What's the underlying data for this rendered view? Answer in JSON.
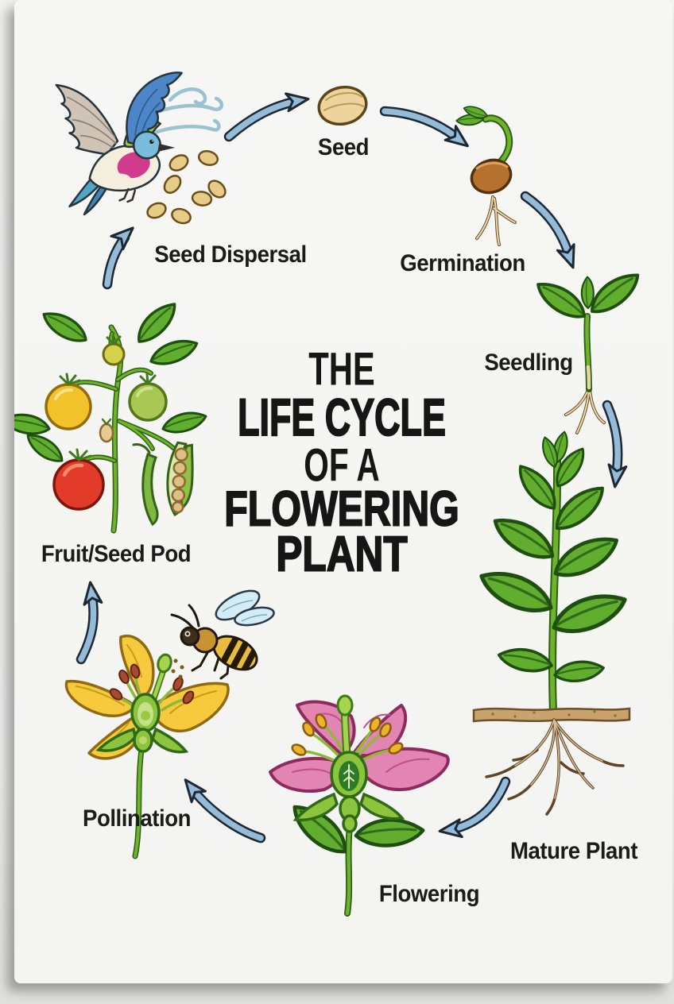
{
  "title": {
    "pre": "THE",
    "main1": "LIFE CYCLE",
    "mid": "OF A",
    "main2": "FLOWERING",
    "main3": "PLANT"
  },
  "labels": {
    "seed": "Seed",
    "germination": "Germination",
    "seedling": "Seedling",
    "mature_plant": "Mature Plant",
    "flowering": "Flowering",
    "pollination": "Pollination",
    "fruit_seed_pod": "Fruit/Seed Pod",
    "seed_dispersal": "Seed Dispersal"
  },
  "cycle": {
    "type": "life-cycle-diagram",
    "stages_in_order": [
      "Seed",
      "Germination",
      "Seedling",
      "Mature Plant",
      "Flowering",
      "Pollination",
      "Fruit/Seed Pod",
      "Seed Dispersal"
    ],
    "arrows": [
      {
        "from": "Seed Dispersal",
        "to": "Seed"
      },
      {
        "from": "Seed",
        "to": "Germination"
      },
      {
        "from": "Germination",
        "to": "Seedling"
      },
      {
        "from": "Seedling",
        "to": "Mature Plant"
      },
      {
        "from": "Mature Plant",
        "to": "Flowering"
      },
      {
        "from": "Flowering",
        "to": "Pollination"
      },
      {
        "from": "Pollination",
        "to": "Fruit/Seed Pod"
      },
      {
        "from": "Fruit/Seed Pod",
        "to": "Seed Dispersal"
      }
    ]
  },
  "illustrations": {
    "seed": "single tan almond-shaped seed",
    "germination": "brown seed sprouting a green shoot and pale roots",
    "seedling": "young plant with three leaves and small roots",
    "mature_plant": "tall leafy plant with root system below a soil line",
    "flowering": "pink flower cross-section showing pistil, ovary and stamens",
    "pollination": "honeybee visiting a yellow flower",
    "fruit_seed_pod": "tomato plant with yellow, green and red fruits plus pea pods",
    "seed_dispersal": "colorful bird scattering seeds in the wind"
  },
  "colors": {
    "poster_background": "#f5f5f2",
    "label_text": "#1b1b1b",
    "arrow_fill": "#94bbd8",
    "arrow_outline": "#1c2833",
    "wind_blue": "#9cc2d2",
    "leaf_green": "#61ae2f",
    "stem_green": "#6fb32c",
    "seed_tan": "#e7cb87",
    "germination_seed_brown": "#b5722f",
    "soil_brown": "#c9a36b",
    "pink_flower": "#e285b2",
    "yellow_flower": "#f6ca3c",
    "bee_yellow": "#e9bc40",
    "tomato_red": "#e23b2a",
    "tomato_yellow": "#f2c22a",
    "tomato_green": "#a9c853"
  }
}
